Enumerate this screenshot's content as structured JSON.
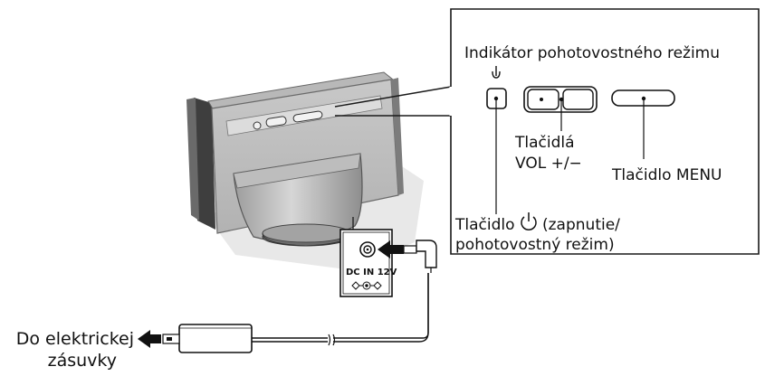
{
  "labels": {
    "standby_indicator": "Indikátor pohotovostného režimu",
    "vol_buttons_line1": "Tlačidlá",
    "vol_buttons_line2": "VOL +/−",
    "menu_button": "Tlačidlo MENU",
    "power_button_prefix": "Tlačidlo",
    "power_button_suffix": "(zapnutie/",
    "power_button_line2": "pohotovostný režim)",
    "outlet_line1": "Do elektrickej",
    "outlet_line2": "zásuvky"
  },
  "jack": {
    "label": "DC IN 12V"
  },
  "icons": {
    "power": "power-icon",
    "standby_led": "standby-led-icon",
    "polarity": "polarity-symbol-icon",
    "arrow": "arrow-left-icon"
  },
  "colors": {
    "line": "#1a1a1a",
    "frame_dark": "#4a4a4a",
    "frame_mid": "#8c8c8c",
    "frame_light": "#cfcfcf",
    "shadow": "#e3e3e3",
    "callout_fill": "#ffffff"
  }
}
